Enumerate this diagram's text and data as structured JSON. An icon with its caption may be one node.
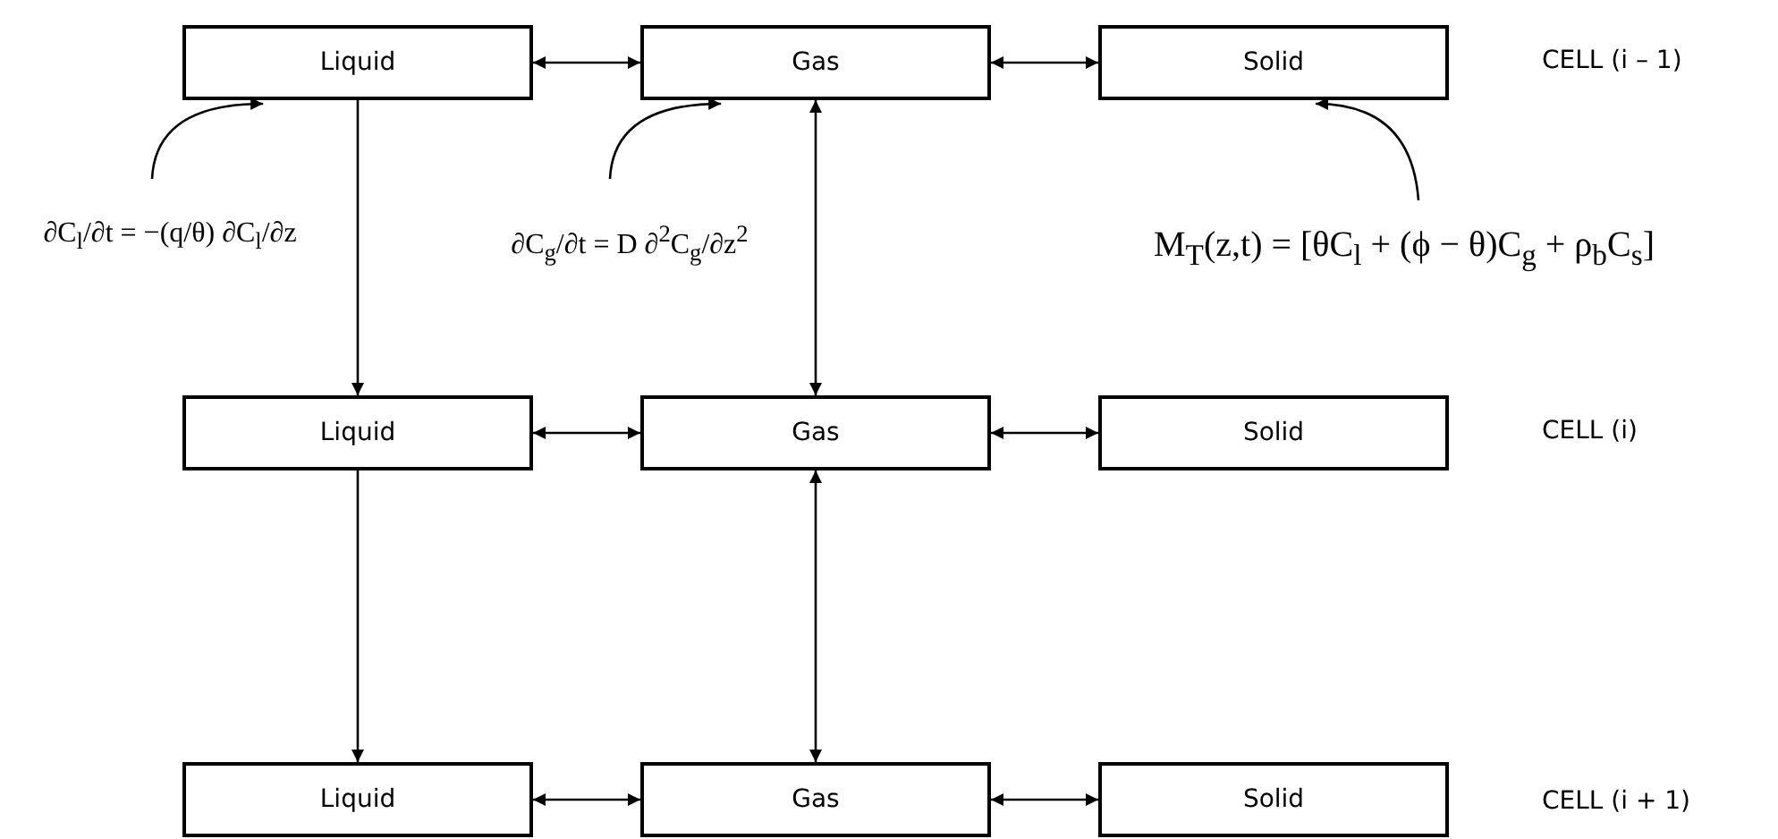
{
  "diagram": {
    "nodes": [
      {
        "text": [
          "Liquid"
        ]
      },
      {
        "text": [
          "Gas"
        ]
      },
      {
        "text": [
          "Solid"
        ]
      },
      {
        "text": [
          "Liquid"
        ]
      },
      {
        "text": [
          "Gas"
        ]
      },
      {
        "text": [
          "Solid"
        ]
      },
      {
        "text": [
          "Liquid"
        ]
      },
      {
        "text": [
          "Gas"
        ]
      },
      {
        "text": [
          "Solid"
        ]
      },
      {
        "text": [
          "∂C$_{l}$/∂t = −(q/θ) ∂C$_{l}$/∂z"
        ]
      },
      {
        "text": [
          "∂C$_{g}$/∂t = D ∂$^{2}$C$_{g}$/∂z$^{2}$"
        ]
      },
      {
        "text": [
          "M$_{T}$(z,t) = [θC$_{l}$ + (ϕ − θ)C$_{g}$ + ρ$_{b}$C$_{s}$]"
        ]
      }
    ],
    "edges": [
      {
        "from": 0,
        "to": 1,
        "arrow": "both"
      },
      {
        "from": 1,
        "to": 2,
        "arrow": "both"
      },
      {
        "from": 3,
        "to": 4,
        "arrow": "both"
      },
      {
        "from": 4,
        "to": 5,
        "arrow": "both"
      },
      {
        "from": 6,
        "to": 7,
        "arrow": "both"
      },
      {
        "from": 7,
        "to": 8,
        "arrow": "both"
      },
      {
        "from": 0,
        "to": 3,
        "arrow": "to"
      },
      {
        "from": 3,
        "to": 6,
        "arrow": "to"
      },
      {
        "from": 4,
        "to": 1,
        "arrow": "both"
      },
      {
        "from": 7,
        "to": 4,
        "arrow": "both"
      },
      {
        "from": 9,
        "to": 0,
        "arrow": "to"
      },
      {
        "from": 10,
        "to": 1,
        "arrow": "to"
      },
      {
        "from": 11,
        "to": 2,
        "arrow": "to"
      }
    ],
    "labels": [
      "CELL (i – 1)",
      "CELL (i)",
      "CELL (i + 1)"
    ]
  }
}
